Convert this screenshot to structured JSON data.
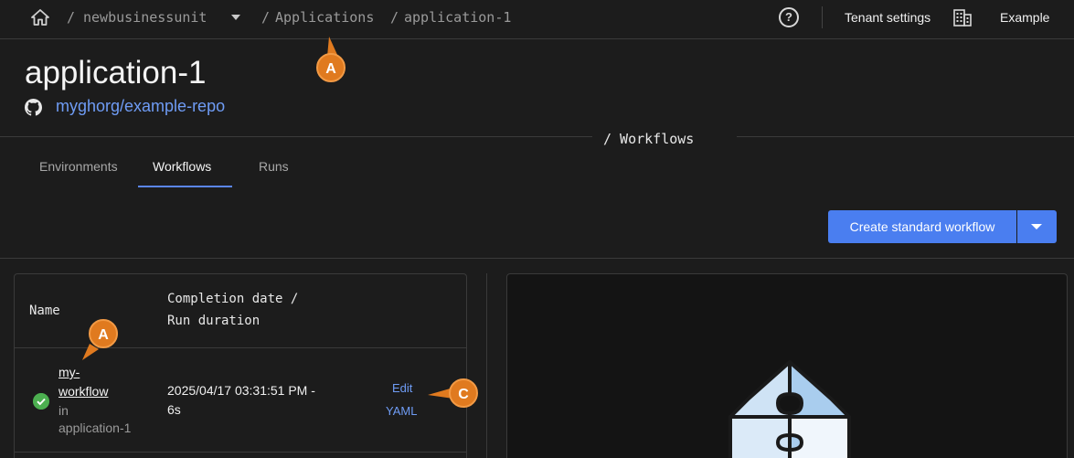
{
  "topbar": {
    "home_icon": "home-icon",
    "crumb_sep_1": "/",
    "business_unit": "newbusinessunit",
    "crumb_sep_2": "/",
    "applications": "Applications",
    "crumb_sep_3": "/",
    "application": "application-1",
    "help_icon": "help-circle-icon",
    "tenant_settings": "Tenant settings",
    "building_icon": "building-icon",
    "org": "Example"
  },
  "header": {
    "title": "application-1",
    "repo_icon": "github-icon",
    "repo": "myghorg/example-repo"
  },
  "section": {
    "label": "/ Workflows"
  },
  "tabs": [
    {
      "label": "Environments",
      "active": false
    },
    {
      "label": "Workflows",
      "active": true
    },
    {
      "label": "Runs",
      "active": false
    }
  ],
  "actions": {
    "create_label": "Create standard workflow",
    "dropdown_icon": "caret-down-icon"
  },
  "table": {
    "col_name": "Name",
    "col_completion_1": "Completion date /",
    "col_completion_2": "Run duration",
    "rows": [
      {
        "status_icon": "check-circle-icon",
        "status_color": "#4caf50",
        "name_1": "my-",
        "name_2": "workflow",
        "in_1": "in",
        "in_2": "application-1",
        "date_1": "2025/04/17 03:31:51 PM -",
        "date_2": "6s",
        "edit_1": "Edit",
        "edit_2": "YAML"
      }
    ]
  },
  "callouts": {
    "a1": "A",
    "a2": "A",
    "c": "C",
    "color": "#e07a1f"
  },
  "accent_color": "#4a7ef0"
}
